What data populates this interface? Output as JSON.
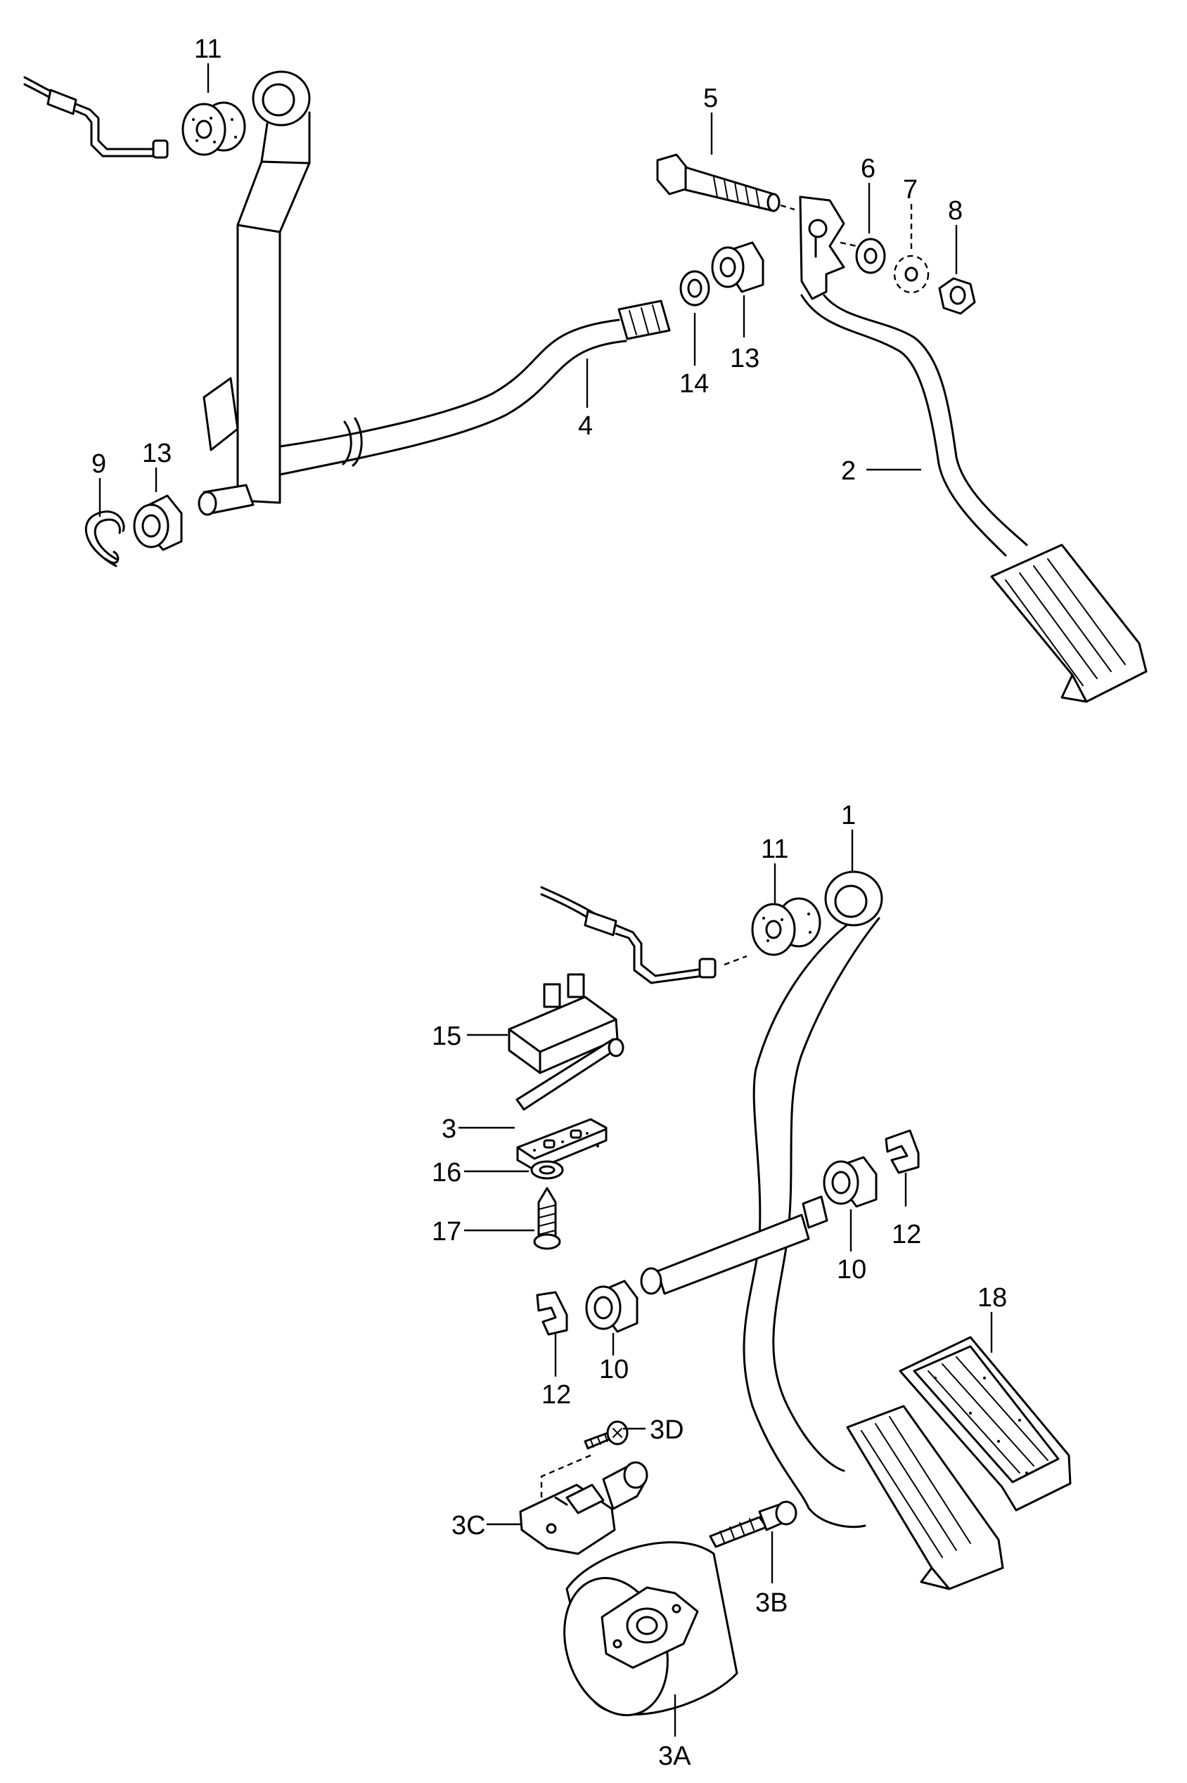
{
  "top_view": {
    "callouts": [
      {
        "id": "c11",
        "text": "11"
      },
      {
        "id": "c5",
        "text": "5"
      },
      {
        "id": "c6",
        "text": "6"
      },
      {
        "id": "c7",
        "text": "7"
      },
      {
        "id": "c8",
        "text": "8"
      },
      {
        "id": "c14",
        "text": "14"
      },
      {
        "id": "c13a",
        "text": "13"
      },
      {
        "id": "c4",
        "text": "4"
      },
      {
        "id": "c2",
        "text": "2"
      },
      {
        "id": "c9",
        "text": "9"
      },
      {
        "id": "c13b",
        "text": "13"
      }
    ]
  },
  "bottom_view": {
    "callouts": [
      {
        "id": "c1",
        "text": "1"
      },
      {
        "id": "c11b",
        "text": "11"
      },
      {
        "id": "c15",
        "text": "15"
      },
      {
        "id": "c3",
        "text": "3"
      },
      {
        "id": "c16",
        "text": "16"
      },
      {
        "id": "c17",
        "text": "17"
      },
      {
        "id": "c12a",
        "text": "12"
      },
      {
        "id": "c10a",
        "text": "10"
      },
      {
        "id": "c12b",
        "text": "12"
      },
      {
        "id": "c10b",
        "text": "10"
      },
      {
        "id": "c18",
        "text": "18"
      },
      {
        "id": "c3d",
        "text": "3D"
      },
      {
        "id": "c3c",
        "text": "3C"
      },
      {
        "id": "c3b",
        "text": "3B"
      },
      {
        "id": "c3a",
        "text": "3A"
      }
    ]
  }
}
